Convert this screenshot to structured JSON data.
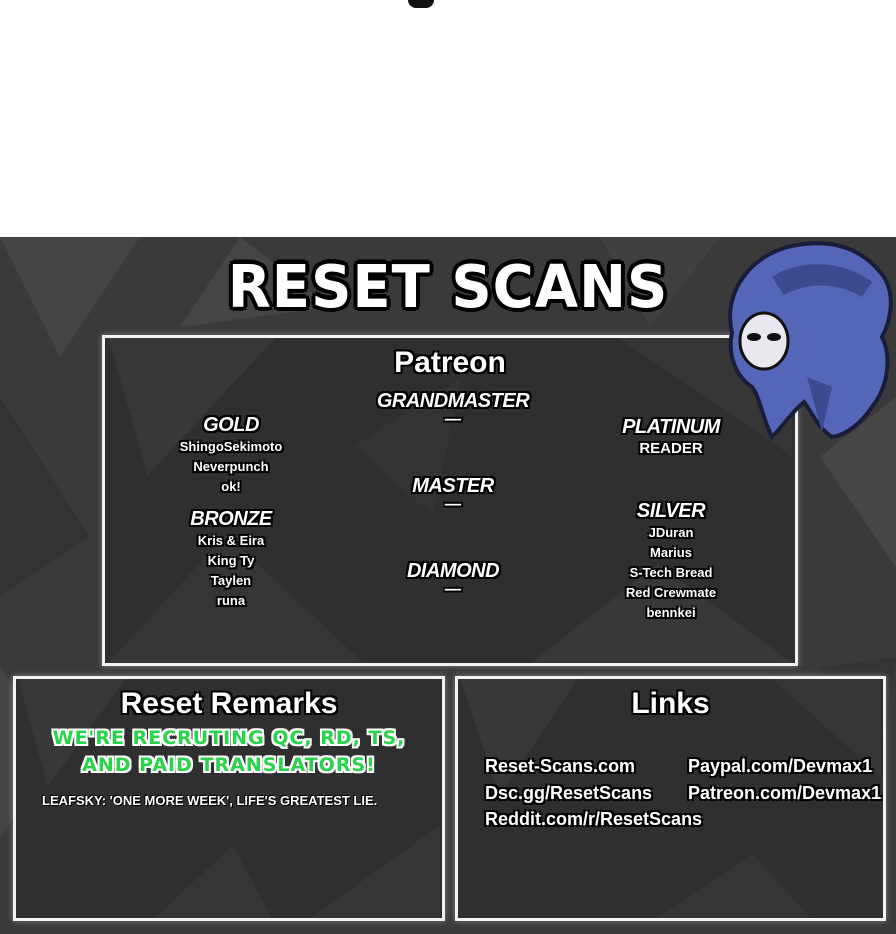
{
  "brand": {
    "title": "RESET SCANS"
  },
  "patreon": {
    "title": "Patreon",
    "grandmaster": {
      "label": "GRANDMASTER",
      "dash": "—"
    },
    "master": {
      "label": "MASTER",
      "dash": "—"
    },
    "diamond": {
      "label": "DIAMOND",
      "dash": "—"
    },
    "gold": {
      "label": "GOLD",
      "members": [
        "ShingoSekimoto",
        "Neverpunch",
        "ok!"
      ]
    },
    "bronze": {
      "label": "BRONZE",
      "members": [
        "Kris & Eira",
        "King Ty",
        "Taylen",
        "runa"
      ]
    },
    "platinum": {
      "label": "PLATINUM",
      "members": [
        "READER"
      ]
    },
    "silver": {
      "label": "SILVER",
      "members": [
        "JDuran",
        "Marius",
        "S-Tech Bread",
        "Red Crewmate",
        "bennkei"
      ]
    }
  },
  "remarks": {
    "title": "Reset Remarks",
    "recruit_line1": "WE'RE RECRUTING QC, RD, TS,",
    "recruit_line2": "AND PAID TRANSLATORS!",
    "note": "LEAFSKY: 'ONE MORE WEEK', LIFE'S GREATEST LIE."
  },
  "links": {
    "title": "Links",
    "left": [
      "Reset-Scans.com",
      "Dsc.gg/ResetScans",
      "Reddit.com/r/ResetScans"
    ],
    "right": [
      "Paypal.com/Devmax1",
      "Patreon.com/Devmax1"
    ]
  },
  "colors": {
    "banner_bg": "#3a3a3a",
    "panel_bg": "#2f2f2f",
    "recruit_green": "#29d44a",
    "mascot_cloak": "#5566b8"
  }
}
